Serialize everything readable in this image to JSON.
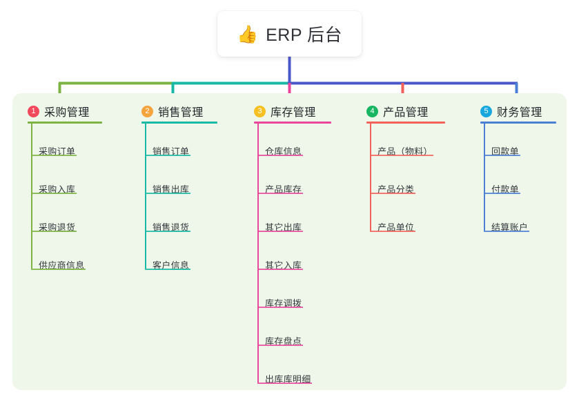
{
  "root": {
    "emoji": "👍",
    "emoji_icon_name": "thumbs-up-icon",
    "title": "ERP 后台"
  },
  "palette": {
    "page_background": "#ffffff",
    "panel_background": "#eef7e9",
    "card_background": "#ffffff",
    "title_text": "#2f3136",
    "branch_text": "#24262b",
    "leaf_text": "#34373d",
    "root_stem": "#4a57c8",
    "bus_green": "#7cb342",
    "bus_teal": "#17b9a4",
    "bus_indigo": "#4a57c8",
    "stub_pink": "#e8469a",
    "stub_red": "#f2615a",
    "stub_blue": "#4a7fd4"
  },
  "columns": [
    {
      "index": "1",
      "badge_color": "#f2495c",
      "line_color": "#7cb342",
      "title": "采购管理",
      "items": [
        "采购订单",
        "采购入库",
        "采购退货",
        "供应商信息"
      ]
    },
    {
      "index": "2",
      "badge_color": "#f5a33c",
      "line_color": "#17b9a4",
      "title": "销售管理",
      "items": [
        "销售订单",
        "销售出库",
        "销售退货",
        "客户信息"
      ]
    },
    {
      "index": "3",
      "badge_color": "#f6c022",
      "line_color": "#e8469a",
      "title": "库存管理",
      "items": [
        "仓库信息",
        "产品库存",
        "其它出库",
        "其它入库",
        "库存调拨",
        "库存盘点",
        "出库库明细"
      ]
    },
    {
      "index": "4",
      "badge_color": "#18b563",
      "line_color": "#f2615a",
      "title": "产品管理",
      "items": [
        "产品（物料）",
        "产品分类",
        "产品单位"
      ]
    },
    {
      "index": "5",
      "badge_color": "#19a7e0",
      "line_color": "#4a7fd4",
      "title": "财务管理",
      "items": [
        "回款单",
        "付款单",
        "结算账户"
      ]
    }
  ]
}
